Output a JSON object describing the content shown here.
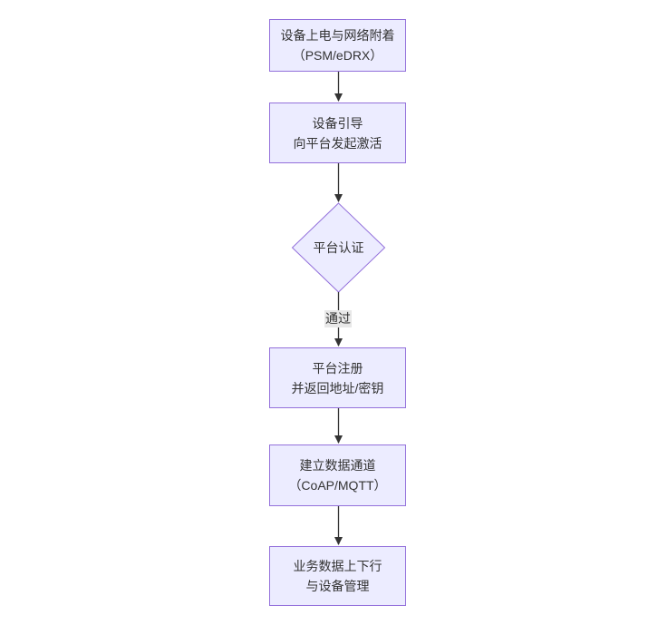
{
  "diagram": {
    "type": "flowchart",
    "direction": "top-down",
    "colors": {
      "node_fill": "#ECECFF",
      "node_border": "#9370DB",
      "edge_stroke": "#333333",
      "text": "#333333",
      "edge_label_bg": "#e8e8e8",
      "background": "#ffffff"
    },
    "nodes": [
      {
        "id": "A",
        "shape": "rect",
        "lines": [
          "设备上电与网络附着",
          "（PSM/eDRX）"
        ]
      },
      {
        "id": "B",
        "shape": "rect",
        "lines": [
          "设备引导",
          "向平台发起激活"
        ]
      },
      {
        "id": "C",
        "shape": "diamond",
        "lines": [
          "平台认证"
        ]
      },
      {
        "id": "D",
        "shape": "rect",
        "lines": [
          "平台注册",
          "并返回地址/密钥"
        ]
      },
      {
        "id": "E",
        "shape": "rect",
        "lines": [
          "建立数据通道",
          "（CoAP/MQTT）"
        ]
      },
      {
        "id": "F",
        "shape": "rect",
        "lines": [
          "业务数据上下行",
          "与设备管理"
        ]
      }
    ],
    "edges": [
      {
        "from": "A",
        "to": "B",
        "label": ""
      },
      {
        "from": "B",
        "to": "C",
        "label": ""
      },
      {
        "from": "C",
        "to": "D",
        "label": "通过"
      },
      {
        "from": "D",
        "to": "E",
        "label": ""
      },
      {
        "from": "E",
        "to": "F",
        "label": ""
      }
    ]
  }
}
